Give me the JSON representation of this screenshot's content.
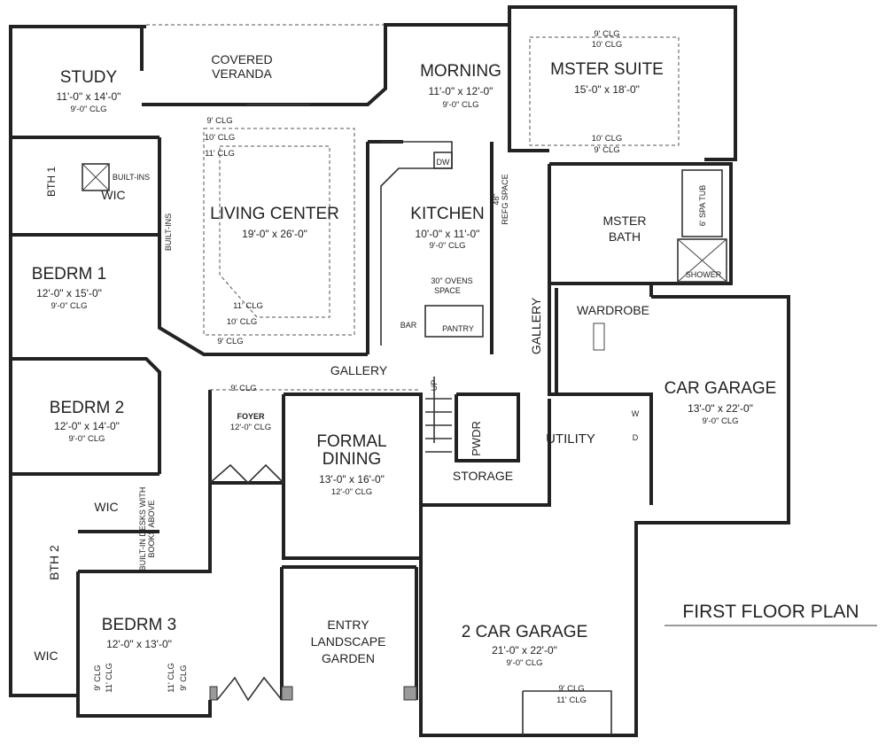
{
  "title": "FIRST FLOOR PLAN",
  "rooms": {
    "study": {
      "name": "STUDY",
      "size": "11'-0\" x 14'-0\"",
      "clg": "9'-0\" CLG"
    },
    "veranda": {
      "line1": "COVERED",
      "line2": "VERANDA"
    },
    "morning": {
      "name": "MORNING",
      "size": "11'-0\" x 12'-0\"",
      "clg": "9'-0\" CLG"
    },
    "master_suite": {
      "name": "MSTER SUITE",
      "size": "15'-0\" x 18'-0\"",
      "clg_top": [
        "9' CLG",
        "10' CLG"
      ],
      "clg_bottom": [
        "10' CLG",
        "9' CLG"
      ]
    },
    "living": {
      "name": "LIVING CENTER",
      "size": "19'-0\" x 26'-0\"",
      "clg_top": [
        "9' CLG",
        "10' CLG",
        "11' CLG"
      ],
      "clg_bottom": [
        "11' CLG",
        "10' CLG",
        "9' CLG"
      ]
    },
    "kitchen": {
      "name": "KITCHEN",
      "size": "10'-0\" x 11'-0\"",
      "clg": "9'-0\" CLG",
      "dw": "DW",
      "refg": [
        "48\"",
        "REFG SPACE"
      ],
      "ovens": [
        "30\" OVENS",
        "SPACE"
      ],
      "bar": "BAR",
      "pantry": "PANTRY"
    },
    "bath1": {
      "name": "BTH 1",
      "builtins": "BUILT-INS",
      "wic": "WIC"
    },
    "builtins": "BUILT-INS",
    "bedrm1": {
      "name": "BEDRM 1",
      "size": "12'-0\" x 15'-0\"",
      "clg": "9'-0\" CLG"
    },
    "gallery": {
      "name": "GALLERY",
      "clg": "9' CLG",
      "vertical": "GALLERY"
    },
    "bedrm2": {
      "name": "BEDRM 2",
      "size": "12'-0\" x 14'-0\"",
      "clg": "9'-0\" CLG"
    },
    "foyer": {
      "name": "FOYER",
      "clg": "12'-0\" CLG"
    },
    "dining": {
      "line1": "FORMAL",
      "line2": "DINING",
      "size": "13'-0\" x 16'-0\"",
      "clg": "12'-0\" CLG"
    },
    "pwdr": "PWDR",
    "up": "UP",
    "storage": "STORAGE",
    "utility": {
      "name": "UTILITY",
      "w": "W",
      "d": "D"
    },
    "car_garage": {
      "name": "CAR GARAGE",
      "size": "13'-0\" x 22'-0\"",
      "clg": "9'-0\" CLG"
    },
    "master_bath": {
      "line1": "MSTER",
      "line2": "BATH",
      "tub": "6' SPA TUB",
      "shower": "SHOWER"
    },
    "wardrobe": "WARDROBE",
    "wic2": "WIC",
    "desks": [
      "BUILT-IN DESKS WITH",
      "BOOKS ABOVE"
    ],
    "bath2": "BTH 2",
    "bedrm3": {
      "name": "BEDRM 3",
      "size": "12'-0\" x 13'-0\"",
      "clg_left": [
        "9' CLG",
        "11' CLG"
      ],
      "clg_right": [
        "11' CLG",
        "9' CLG"
      ]
    },
    "wic3": "WIC",
    "garden": {
      "line1": "ENTRY",
      "line2": "LANDSCAPE",
      "line3": "GARDEN"
    },
    "garage2": {
      "name": "2 CAR GARAGE",
      "size": "21'-0\" x 22'-0\"",
      "clg": "9'-0\" CLG",
      "clg_door": [
        "9' CLG",
        "11' CLG"
      ]
    }
  }
}
